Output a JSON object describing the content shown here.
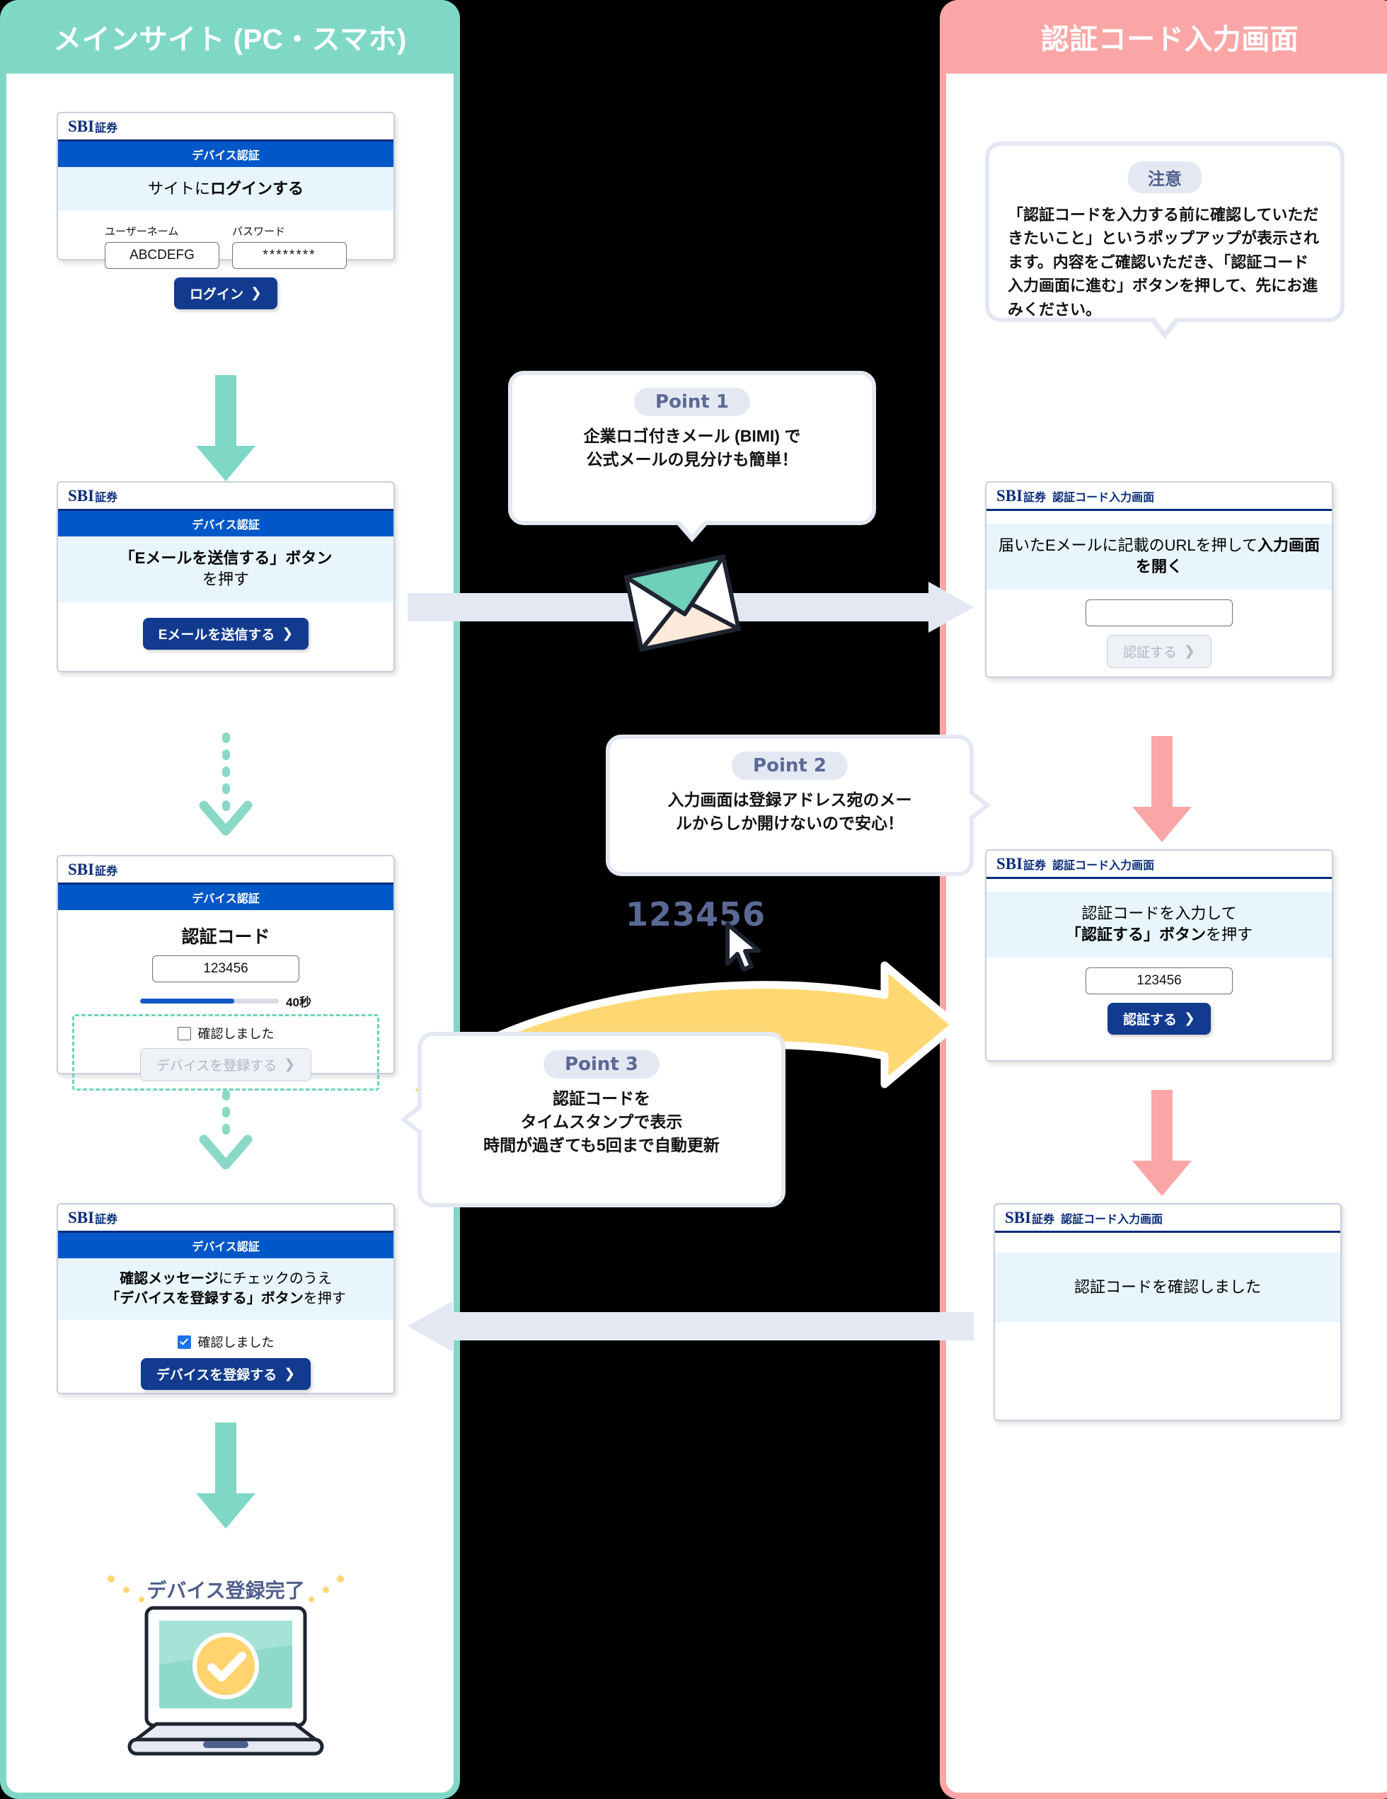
{
  "columns": {
    "left": {
      "title": "メインサイト (PC・スマホ)",
      "accent": "#7fd8c6"
    },
    "right": {
      "title": "認証コード入力画面",
      "accent": "#fba6a6"
    }
  },
  "brand": {
    "sbi": "SBI",
    "jp": "証券",
    "sub": "認証コード入力画面"
  },
  "nav_label": "デバイス認証",
  "left_cards": [
    {
      "message_plain": "サイトに",
      "message_bold": "ログインする",
      "username_label": "ユーザーネーム",
      "username_value": "ABCDEFG",
      "password_label": "パスワード",
      "password_value": "********",
      "login_button": "ログイン",
      "chevron": "❯"
    },
    {
      "message_bold": "「Eメールを送信する」ボタン",
      "message_plain": "を押す",
      "button": "Eメールを送信する"
    },
    {
      "title": "認証コード",
      "code_value": "123456",
      "timer_label": "40秒",
      "timer_percent": 68,
      "check_label": "確認しました",
      "checked": false,
      "button": "デバイスを登録する",
      "button_disabled": true
    },
    {
      "message_bold1": "確認メッセージ",
      "message_plain1": "にチェックのうえ",
      "message_bold2": "「デバイスを登録する」ボタン",
      "message_plain2": "を押す",
      "check_label": "確認しました",
      "checked": true,
      "button": "デバイスを登録する"
    }
  ],
  "right_cards": [
    {
      "message_plain": "届いたEメールに記載のURLを押して",
      "message_bold": "入力画面を開く",
      "input_value": "",
      "button": "認証する",
      "button_disabled": true
    },
    {
      "message_plain": "認証コードを入力して",
      "message_bold": "「認証する」ボタン",
      "message_plain2": "を押す",
      "code_value": "123456",
      "button": "認証する"
    },
    {
      "message": "認証コードを確認しました"
    }
  ],
  "notice": {
    "caption": "注意",
    "text": "「認証コードを入力する前に確認していただきたいこと」というポップアップが表示されます。内容をご確認いただき、「認証コード入力画面に進む」ボタンを押して、先にお進みください。"
  },
  "points": [
    {
      "label": "Point 1",
      "line1": "企業ロゴ付きメール (BIMI) で",
      "line2": "公式メールの見分けも簡単！"
    },
    {
      "label": "Point 2",
      "line1": "入力画面は登録アドレス宛のメー",
      "line2": "ルからしか開けないので安心！"
    },
    {
      "label": "Point 3",
      "line1": "認証コードを",
      "line2": "タイムスタンプで表示",
      "line3": "時間が過ぎても5回まで自動更新"
    }
  ],
  "floating_code": "123456",
  "complete": {
    "title": "デバイス登録完了"
  },
  "colors": {
    "teal": "#7fd8c6",
    "pink": "#fba6a6",
    "brand_blue": "#0b2c7a",
    "nav_blue": "#0057c7",
    "button_blue": "#123a8f",
    "yellow": "#ffd873",
    "point_gray": "#e4e8f2",
    "msg_bg": "#e8f5fd"
  }
}
